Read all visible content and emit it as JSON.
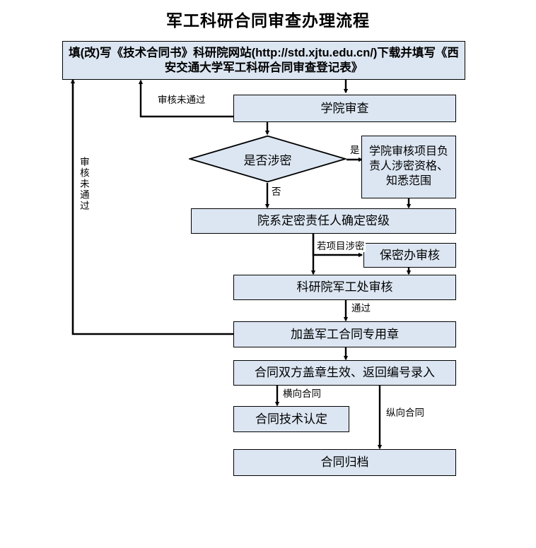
{
  "chart_data": {
    "type": "diagram",
    "title": "军工科研合同审查办理流程",
    "diagram_kind": "flowchart",
    "orientation": "top-to-bottom",
    "nodes": [
      {
        "id": "n1",
        "shape": "rect",
        "label": "填(改)写《技术合同书》科研院网站(http://std.xjtu.edu.cn/)下载并填写《西安交通大学军工科研合同审查登记表》"
      },
      {
        "id": "n2",
        "shape": "rect",
        "label": "学院审查"
      },
      {
        "id": "n3",
        "shape": "diamond",
        "label": "是否涉密"
      },
      {
        "id": "n4",
        "shape": "rect",
        "label": "学院审核项目负责人涉密资格、知悉范围"
      },
      {
        "id": "n5",
        "shape": "rect",
        "label": "院系定密责任人确定密级"
      },
      {
        "id": "n6",
        "shape": "rect",
        "label": "保密办审核"
      },
      {
        "id": "n7",
        "shape": "rect",
        "label": "科研院军工处审核"
      },
      {
        "id": "n8",
        "shape": "rect",
        "label": "加盖军工合同专用章"
      },
      {
        "id": "n9",
        "shape": "rect",
        "label": "合同双方盖章生效、返回编号录入"
      },
      {
        "id": "n10",
        "shape": "rect",
        "label": "合同技术认定"
      },
      {
        "id": "n11",
        "shape": "rect",
        "label": "合同归档"
      }
    ],
    "edges": [
      {
        "from": "n1",
        "to": "n2",
        "label": ""
      },
      {
        "from": "n2",
        "to": "n1",
        "label": "审核未通过"
      },
      {
        "from": "n2",
        "to": "n3",
        "label": ""
      },
      {
        "from": "n3",
        "to": "n4",
        "label": "是"
      },
      {
        "from": "n3",
        "to": "n5",
        "label": "否"
      },
      {
        "from": "n4",
        "to": "n5",
        "label": ""
      },
      {
        "from": "n5",
        "to": "n6",
        "label": "若项目涉密"
      },
      {
        "from": "n5",
        "to": "n7",
        "label": ""
      },
      {
        "from": "n6",
        "to": "n7",
        "label": ""
      },
      {
        "from": "n7",
        "to": "n8",
        "label": "通过"
      },
      {
        "from": "n8",
        "to": "n1",
        "label": "审核未通过"
      },
      {
        "from": "n8",
        "to": "n9",
        "label": ""
      },
      {
        "from": "n9",
        "to": "n10",
        "label": "横向合同"
      },
      {
        "from": "n9",
        "to": "n11",
        "label": "纵向合同"
      }
    ],
    "colors": {
      "node_fill": "#dce6f2",
      "node_stroke": "#000000",
      "edge_stroke": "#000000",
      "background": "#ffffff",
      "text": "#000000"
    }
  },
  "title": "军工科研合同审查办理流程",
  "nodes": {
    "n1": "填(改)写《技术合同书》科研院网站(http://std.xjtu.edu.cn/)下载并填写《西安交通大学军工科研合同审查登记表》",
    "n2": "学院审查",
    "n3": "是否涉密",
    "n4": "学院审核项目负责人涉密资格、知悉范围",
    "n5": "院系定密责任人确定密级",
    "n6": "保密办审核",
    "n7": "科研院军工处审核",
    "n8": "加盖军工合同专用章",
    "n9": "合同双方盖章生效、返回编号录入",
    "n10": "合同技术认定",
    "n11": "合同归档"
  },
  "labels": {
    "reject_top": "审核未通过",
    "reject_left": "审核未通过",
    "yes": "是",
    "no": "否",
    "if_secret": "若项目涉密",
    "pass": "通过",
    "horizontal_contract": "横向合同",
    "vertical_contract": "纵向合同"
  }
}
